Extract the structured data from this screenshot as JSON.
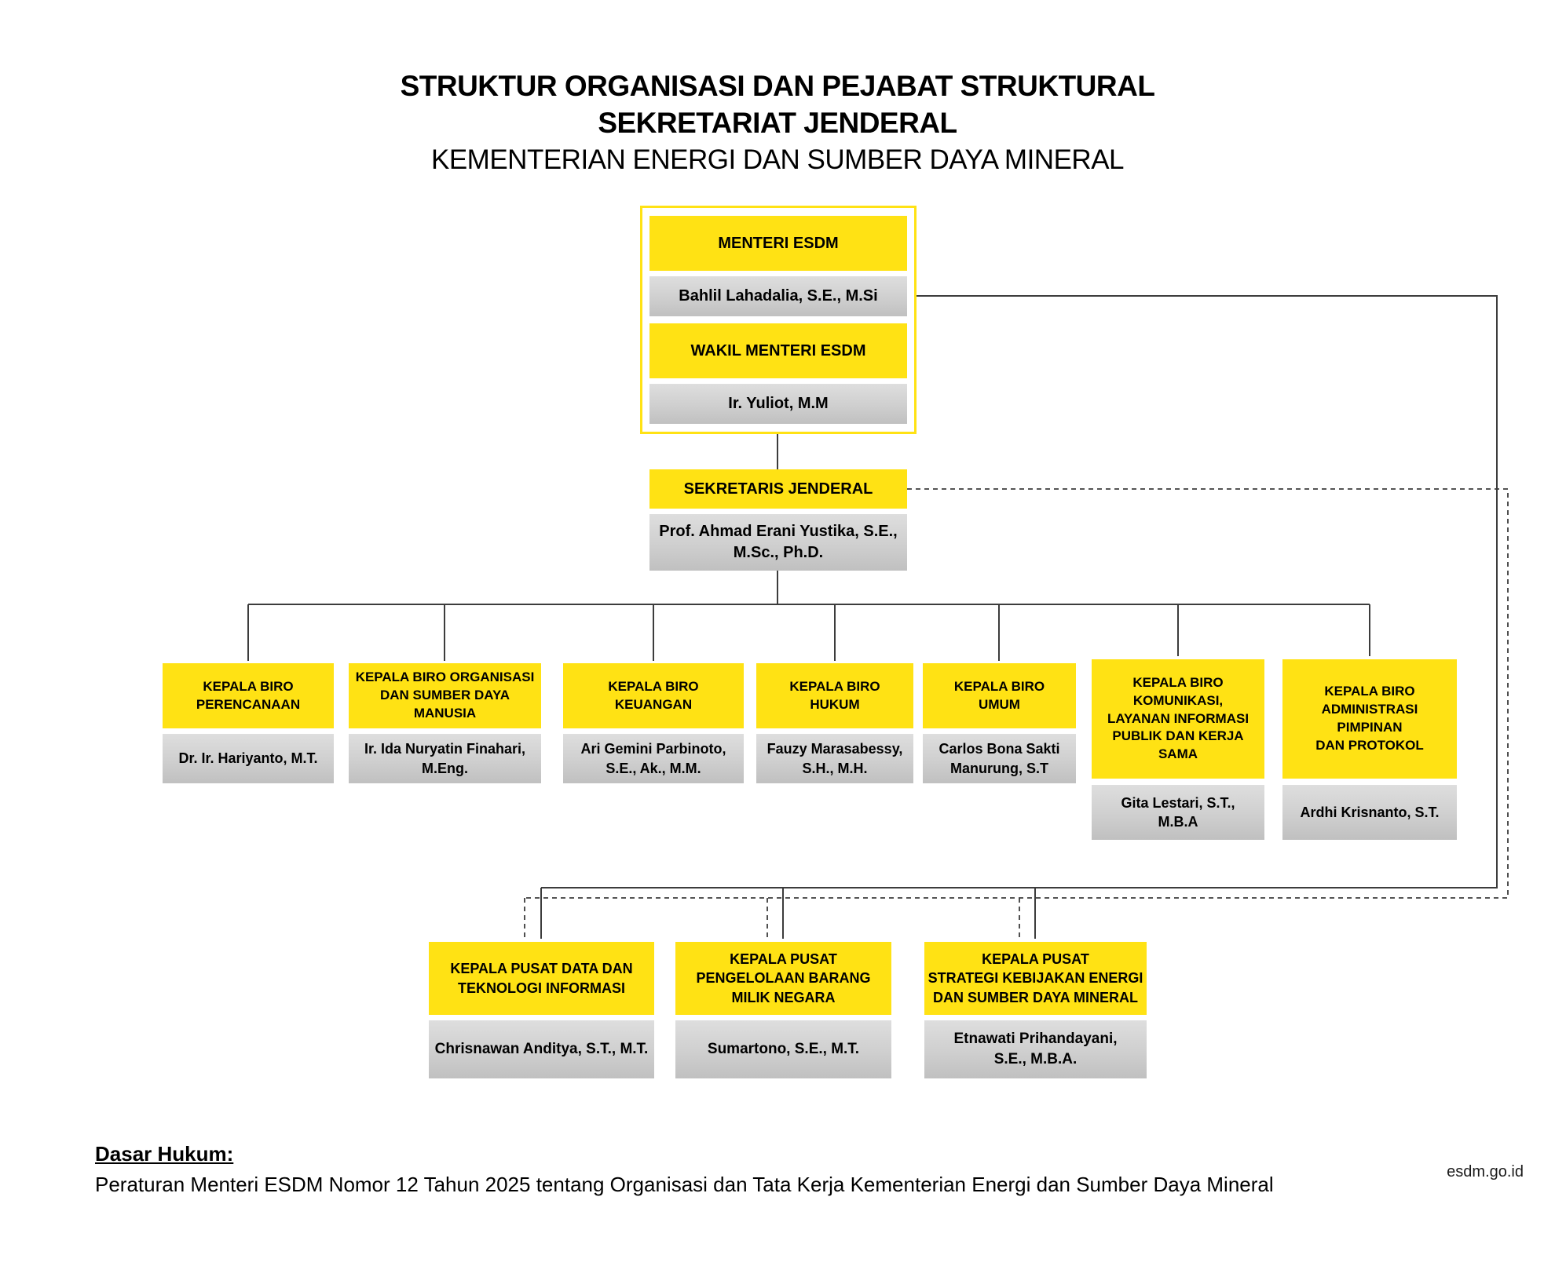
{
  "title": {
    "line1": "STRUKTUR ORGANISASI DAN PEJABAT STRUKTURAL",
    "line2": "SEKRETARIAT JENDERAL",
    "line3": "KEMENTERIAN ENERGI DAN SUMBER DAYA MINERAL"
  },
  "top_unit": {
    "minister_title": "MENTERI ESDM",
    "minister_name": "Bahlil Lahadalia, S.E., M.Si",
    "deputy_title": "WAKIL MENTERI ESDM",
    "deputy_name": "Ir. Yuliot, M.M"
  },
  "secretary": {
    "title": "SEKRETARIS JENDERAL",
    "name": "Prof. Ahmad Erani Yustika, S.E.,\nM.Sc., Ph.D."
  },
  "bureaus": [
    {
      "title": "KEPALA BIRO\nPERENCANAAN",
      "name": "Dr. Ir. Hariyanto, M.T."
    },
    {
      "title": "KEPALA BIRO ORGANISASI\nDAN SUMBER DAYA MANUSIA",
      "name": "Ir. Ida Nuryatin Finahari,\nM.Eng."
    },
    {
      "title": "KEPALA BIRO\nKEUANGAN",
      "name": "Ari Gemini Parbinoto,\nS.E., Ak., M.M."
    },
    {
      "title": "KEPALA BIRO\nHUKUM",
      "name": "Fauzy Marasabessy,\nS.H., M.H."
    },
    {
      "title": "KEPALA BIRO\nUMUM",
      "name": "Carlos Bona Sakti\nManurung, S.T"
    },
    {
      "title": "KEPALA BIRO\nKOMUNIKASI,\nLAYANAN INFORMASI\nPUBLIK DAN KERJA\nSAMA",
      "name": "Gita Lestari, S.T.,\nM.B.A"
    },
    {
      "title": "KEPALA BIRO\nADMINISTRASI\nPIMPINAN\nDAN PROTOKOL",
      "name": "Ardhi Krisnanto, S.T."
    }
  ],
  "centers": [
    {
      "title": "KEPALA PUSAT DATA DAN\nTEKNOLOGI INFORMASI",
      "name": "Chrisnawan Anditya, S.T., M.T."
    },
    {
      "title": "KEPALA PUSAT\nPENGELOLAAN BARANG\nMILIK NEGARA",
      "name": "Sumartono, S.E., M.T."
    },
    {
      "title": "KEPALA PUSAT\nSTRATEGI KEBIJAKAN ENERGI\nDAN SUMBER DAYA MINERAL",
      "name": "Etnawati Prihandayani,\nS.E., M.B.A."
    }
  ],
  "footer": {
    "label": "Dasar Hukum:",
    "text": "Peraturan Menteri ESDM Nomor 12 Tahun 2025 tentang Organisasi dan Tata Kerja Kementerian Energi dan Sumber Daya Mineral",
    "site": "esdm.go.id"
  },
  "colors": {
    "accent_yellow": "#FFE214",
    "box_gray": "#CFCFCF",
    "line": "#3c3c3c"
  }
}
